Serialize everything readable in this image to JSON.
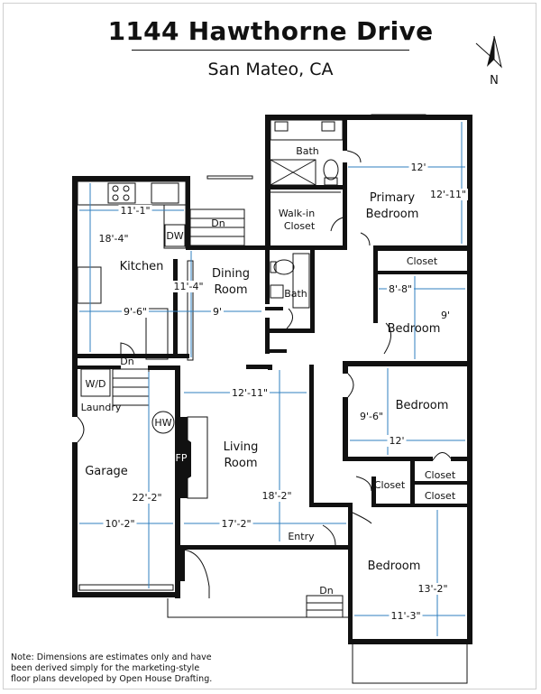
{
  "header": {
    "title": "1144 Hawthorne Drive",
    "subtitle": "San Mateo, CA"
  },
  "compass": {
    "label": "N"
  },
  "rooms": {
    "primary_bedroom_l1": "Primary",
    "primary_bedroom_l2": "Bedroom",
    "bath_upper": "Bath",
    "walkin_l1": "Walk-in",
    "walkin_l2": "Closet",
    "kitchen": "Kitchen",
    "dw": "DW",
    "dn_kitchen": "Dn",
    "dining_l1": "Dining",
    "dining_l2": "Room",
    "bath_lower": "Bath",
    "closet_top": "Closet",
    "bedroom_right1": "Bedroom",
    "bedroom_right2": "Bedroom",
    "wd": "W/D",
    "dn_laundry": "Dn",
    "laundry": "Laundry",
    "hw": "HW",
    "fp": "FP",
    "garage": "Garage",
    "living_l1": "Living",
    "living_l2": "Room",
    "closet_small": "Closet",
    "closet_right1": "Closet",
    "closet_right2": "Closet",
    "entry": "Entry",
    "dn_entry": "Dn",
    "bedroom_bottom": "Bedroom"
  },
  "dimensions": {
    "primary_w": "12'",
    "primary_h": "12'-11\"",
    "kitchen_w": "11'-1\"",
    "kitchen_h": "18'-4\"",
    "dining_h": "11'-4\"",
    "kitchen_w2": "9'-6\"",
    "dining_w": "9'",
    "bed1_w": "8'-8\"",
    "bed1_h": "9'",
    "living_w": "12'-11\"",
    "bed2_h": "9'-6\"",
    "bed2_w": "12'",
    "garage_h": "22'-2\"",
    "living_h": "18'-2\"",
    "garage_w": "10'-2\"",
    "living_w2": "17'-2\"",
    "bed3_h": "13'-2\"",
    "bed3_w": "11'-3\""
  },
  "note": "Note: Dimensions are estimates only and have been derived simply for the marketing-style floor plans developed by Open House Drafting."
}
